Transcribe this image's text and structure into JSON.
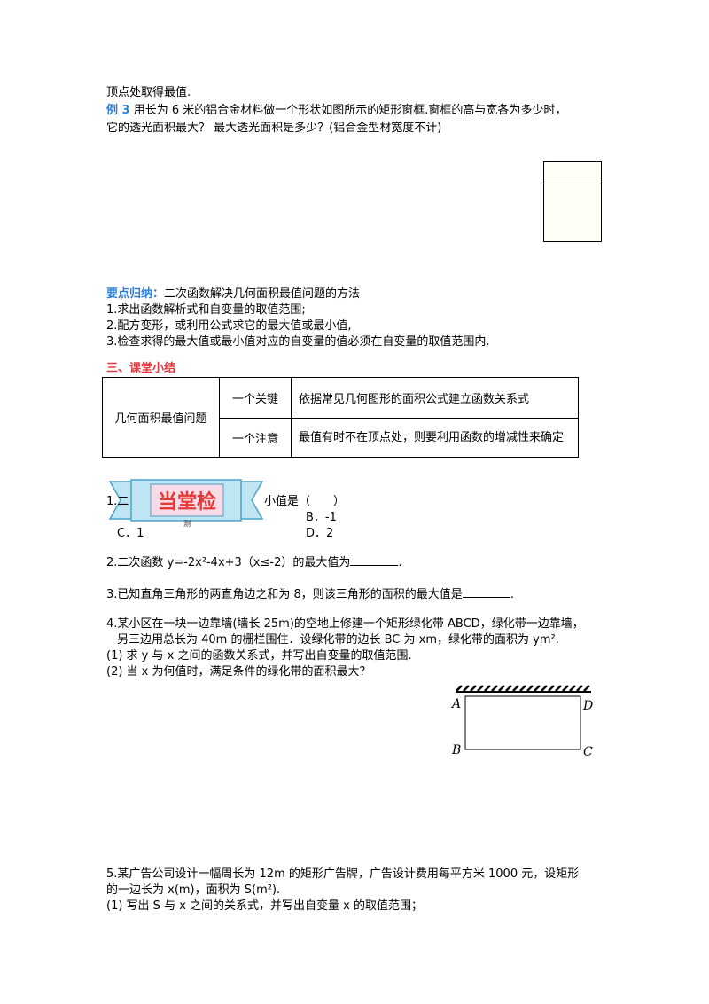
{
  "intro_tail": "顶点处取得最值.",
  "example3": {
    "label": "例 3",
    "line1": "用长为 6 米的铝合金材料做一个形状如图所示的矩形窗框.窗框的高与宽各为多少时，",
    "line2": "它的透光面积最大？ 最大透光面积是多少？(铝合金型材宽度不计)"
  },
  "key_points": {
    "label": "要点归纳：",
    "heading": "二次函数解决几何面积最值问题的方法",
    "items": [
      "1.求出函数解析式和自变量的取值范围;",
      "2.配方变形，或利用公式求它的最大值或最小值,",
      "3.检查求得的最大值或最小值对应的自变量的值必须在自变量的取值范围内."
    ]
  },
  "summary": {
    "heading": "三、课堂小结",
    "topic": "几何面积最值问题",
    "rows": [
      {
        "key": "一个关键",
        "value": "依据常见几何图形的面积公式建立函数关系式"
      },
      {
        "key": "一个注意",
        "value": "最值有时不在顶点处，则要利用函数的增减性来确定"
      }
    ]
  },
  "banner": {
    "title": "当堂检",
    "sub": "测"
  },
  "q1": {
    "prefix": "1.二",
    "suffix": "小值是（　　）",
    "options": {
      "B": "B．-1",
      "C": "C．1",
      "D": "D．2"
    }
  },
  "q2": {
    "text": "2.二次函数 y=-2x²-4x+3（x≤-2）的最大值为",
    "end": "."
  },
  "q3": {
    "text": "3.已知直角三角形的两直角边之和为 8，则该三角形的面积的最大值是",
    "end": "."
  },
  "q4": {
    "line1": "4.某小区在一块一边靠墙(墙长 25m)的空地上修建一个矩形绿化带 ABCD，绿化带一边靠墙，",
    "line2": "另三边用总长为 40m 的栅栏围住．设绿化带的边长 BC 为 xm，绿化带的面积为 ym².",
    "sub1": "(1) 求 y 与 x 之间的函数关系式，并写出自变量的取值范围.",
    "sub2": "(2) 当 x 为何值时，满足条件的绿化带的面积最大？",
    "labels": {
      "A": "A",
      "B": "B",
      "C": "C",
      "D": "D"
    }
  },
  "q5": {
    "line1": "5.某广告公司设计一幅周长为 12m 的矩形广告牌，广告设计费用每平方米 1000 元，设矩形",
    "line2": "的一边长为 x(m)，面积为 S(m²).",
    "sub1": "(1) 写出 S 与 x 之间的关系式，并写出自变量 x 的取值范围；"
  }
}
